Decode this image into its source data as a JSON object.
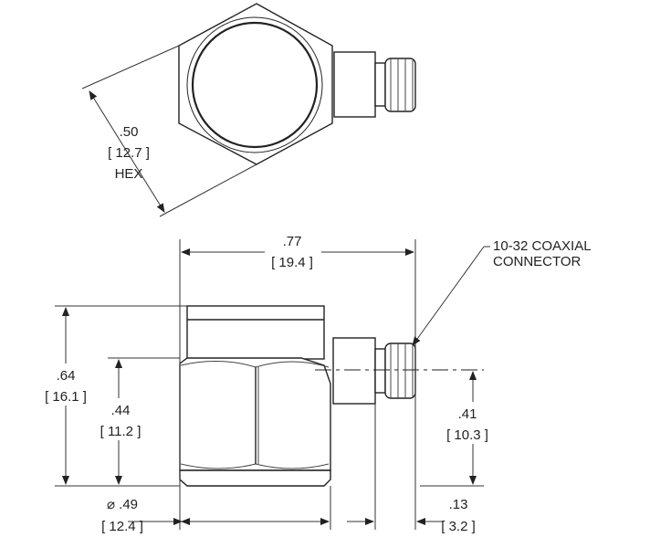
{
  "title": "10-32 side connector accelerometer outline drawing",
  "dimensions": {
    "hex": {
      "inch": ".50",
      "mm": "[ 12.7 ]",
      "label": "HEX"
    },
    "length": {
      "inch": ".77",
      "mm": "[ 19.4 ]"
    },
    "height": {
      "inch": ".64",
      "mm": "[ 16.1 ]"
    },
    "hex_height": {
      "inch": ".44",
      "mm": "[ 11.2 ]"
    },
    "connector_height": {
      "inch": ".41",
      "mm": "[ 10.3 ]"
    },
    "diameter": {
      "inch": "⌀ .49",
      "mm": "[ 12.4 ]"
    },
    "connector_length": {
      "inch": ".13",
      "mm": "[ 3.2 ]"
    }
  },
  "callout": {
    "line1": "10-32 COAXIAL",
    "line2": "CONNECTOR"
  }
}
